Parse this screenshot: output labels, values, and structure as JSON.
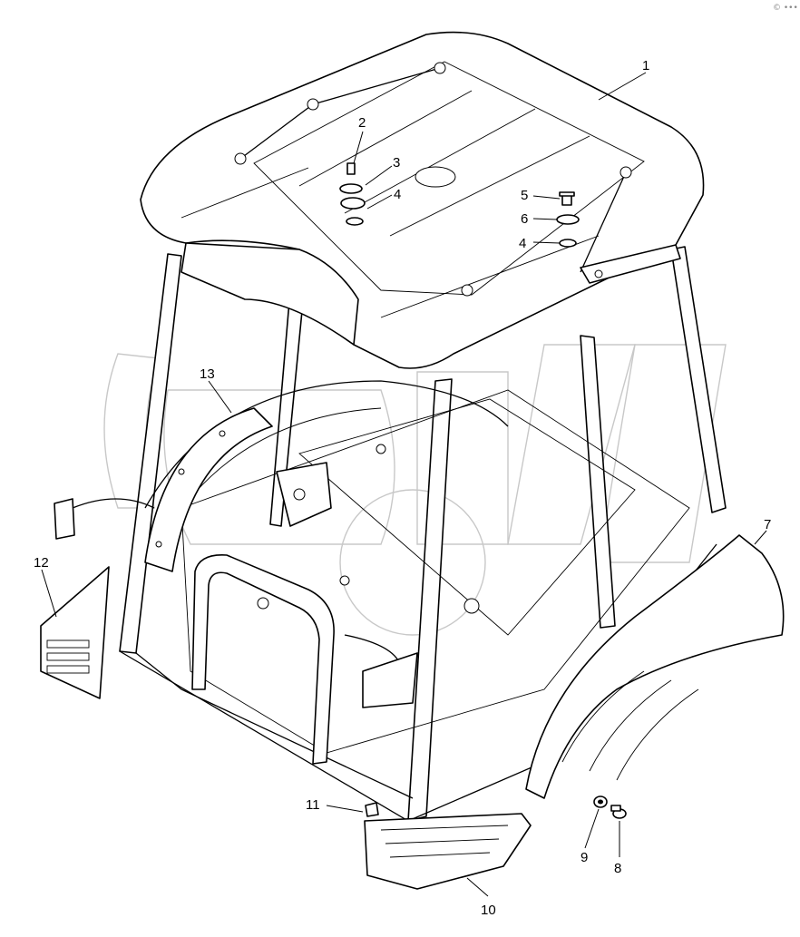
{
  "watermark": "© •••",
  "callouts": [
    {
      "id": "1",
      "label": "1"
    },
    {
      "id": "2",
      "label": "2"
    },
    {
      "id": "3",
      "label": "3"
    },
    {
      "id": "4a",
      "label": "4"
    },
    {
      "id": "5",
      "label": "5"
    },
    {
      "id": "6",
      "label": "6"
    },
    {
      "id": "4b",
      "label": "4"
    },
    {
      "id": "7",
      "label": "7"
    },
    {
      "id": "8",
      "label": "8"
    },
    {
      "id": "9",
      "label": "9"
    },
    {
      "id": "10",
      "label": "10"
    },
    {
      "id": "11",
      "label": "11"
    },
    {
      "id": "12",
      "label": "12"
    },
    {
      "id": "13",
      "label": "13"
    }
  ]
}
